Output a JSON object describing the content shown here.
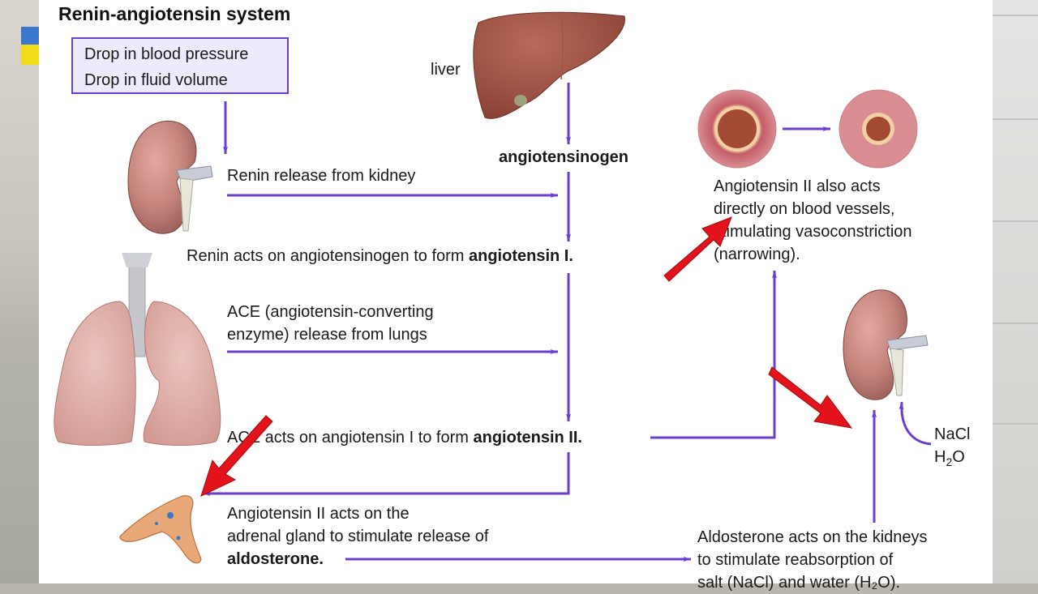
{
  "diagram": {
    "title": "Renin-angiotensin system",
    "trigger_box": {
      "lines": [
        "Drop in blood pressure",
        "Drop in fluid volume"
      ]
    },
    "labels": {
      "liver": "liver",
      "angiotensinogen": "angiotensinogen",
      "renin_release": "Renin release from kidney",
      "renin_acts_prefix": "Renin acts on angiotensinogen to form ",
      "renin_acts_bold": "angiotensin I.",
      "ace_release_line1": "ACE (angiotensin-converting",
      "ace_release_line2": "enzyme) release from lungs",
      "ace_acts_prefix": "ACE acts on angiotensin I to form ",
      "ace_acts_bold": "angiotensin II.",
      "adrenal_line1": "Angiotensin II acts on the",
      "adrenal_line2": "adrenal gland to stimulate release of",
      "adrenal_line3_bold": "aldosterone.",
      "vessels_line1": "Angiotensin II also acts",
      "vessels_line2": "directly on blood vessels,",
      "vessels_line3": "stimulating vasoconstriction",
      "vessels_line4": "(narrowing).",
      "aldo_line1": "Aldosterone acts on the kidneys",
      "aldo_line2": "to stimulate reabsorption of",
      "aldo_line3": "salt (NaCl) and water (H₂O).",
      "nacl": "NaCl",
      "h2o_h": "H",
      "h2o_sub": "2",
      "h2o_o": "O"
    },
    "organs": [
      "liver",
      "kidney",
      "lungs",
      "adrenal-gland",
      "blood-vessel-normal",
      "blood-vessel-constricted",
      "kidney-right"
    ],
    "colors": {
      "flow_arrow": "#6a3fd0",
      "annotation_arrow": "#e3121b",
      "box_fill": "#ecebfb"
    }
  }
}
